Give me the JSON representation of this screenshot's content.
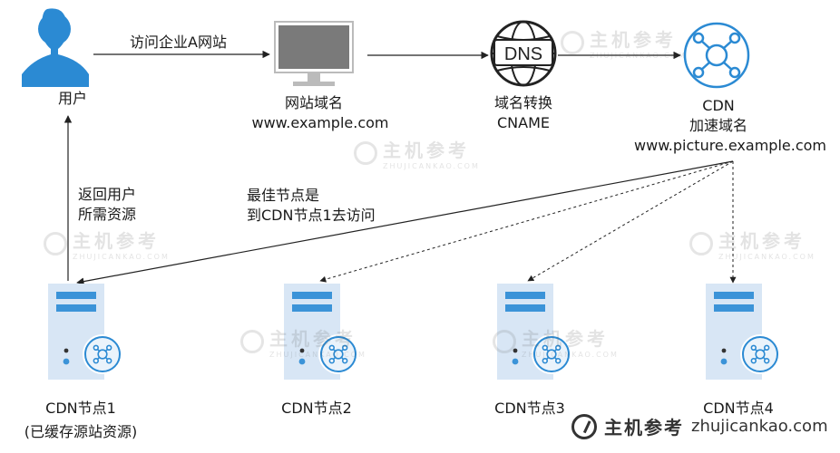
{
  "colors": {
    "accent": "#2b8ad3",
    "server_body": "#d8e6f5",
    "server_bar": "#3b93d8",
    "monitor_screen": "#7a7a7a",
    "line": "#222222"
  },
  "nodes": {
    "user": {
      "label": "用户",
      "icon": "user-icon"
    },
    "website": {
      "label1": "网站域名",
      "label2": "www.example.com",
      "icon": "monitor-icon"
    },
    "dns": {
      "badge": "DNS",
      "label1": "域名转换",
      "label2": "CNAME",
      "icon": "dns-globe-icon"
    },
    "cdn": {
      "label1": "CDN",
      "label2": "加速域名",
      "label3": "www.picture.example.com",
      "icon": "cdn-network-icon"
    }
  },
  "edges": {
    "visit": "访问企业A网站",
    "return_line1": "返回用户",
    "return_line2": "所需资源",
    "best_line1": "最佳节点是",
    "best_line2": "到CDN节点1去访问"
  },
  "servers": [
    {
      "label": "CDN节点1",
      "sub": "(已缓存源站资源)"
    },
    {
      "label": "CDN节点2",
      "sub": ""
    },
    {
      "label": "CDN节点3",
      "sub": ""
    },
    {
      "label": "CDN节点4",
      "sub": ""
    }
  ],
  "watermark": {
    "cn": "主机参考",
    "en": "ZHUJICANKAO.COM"
  },
  "brand": {
    "cn": "主机参考",
    "url": "zhujicankao.com"
  }
}
